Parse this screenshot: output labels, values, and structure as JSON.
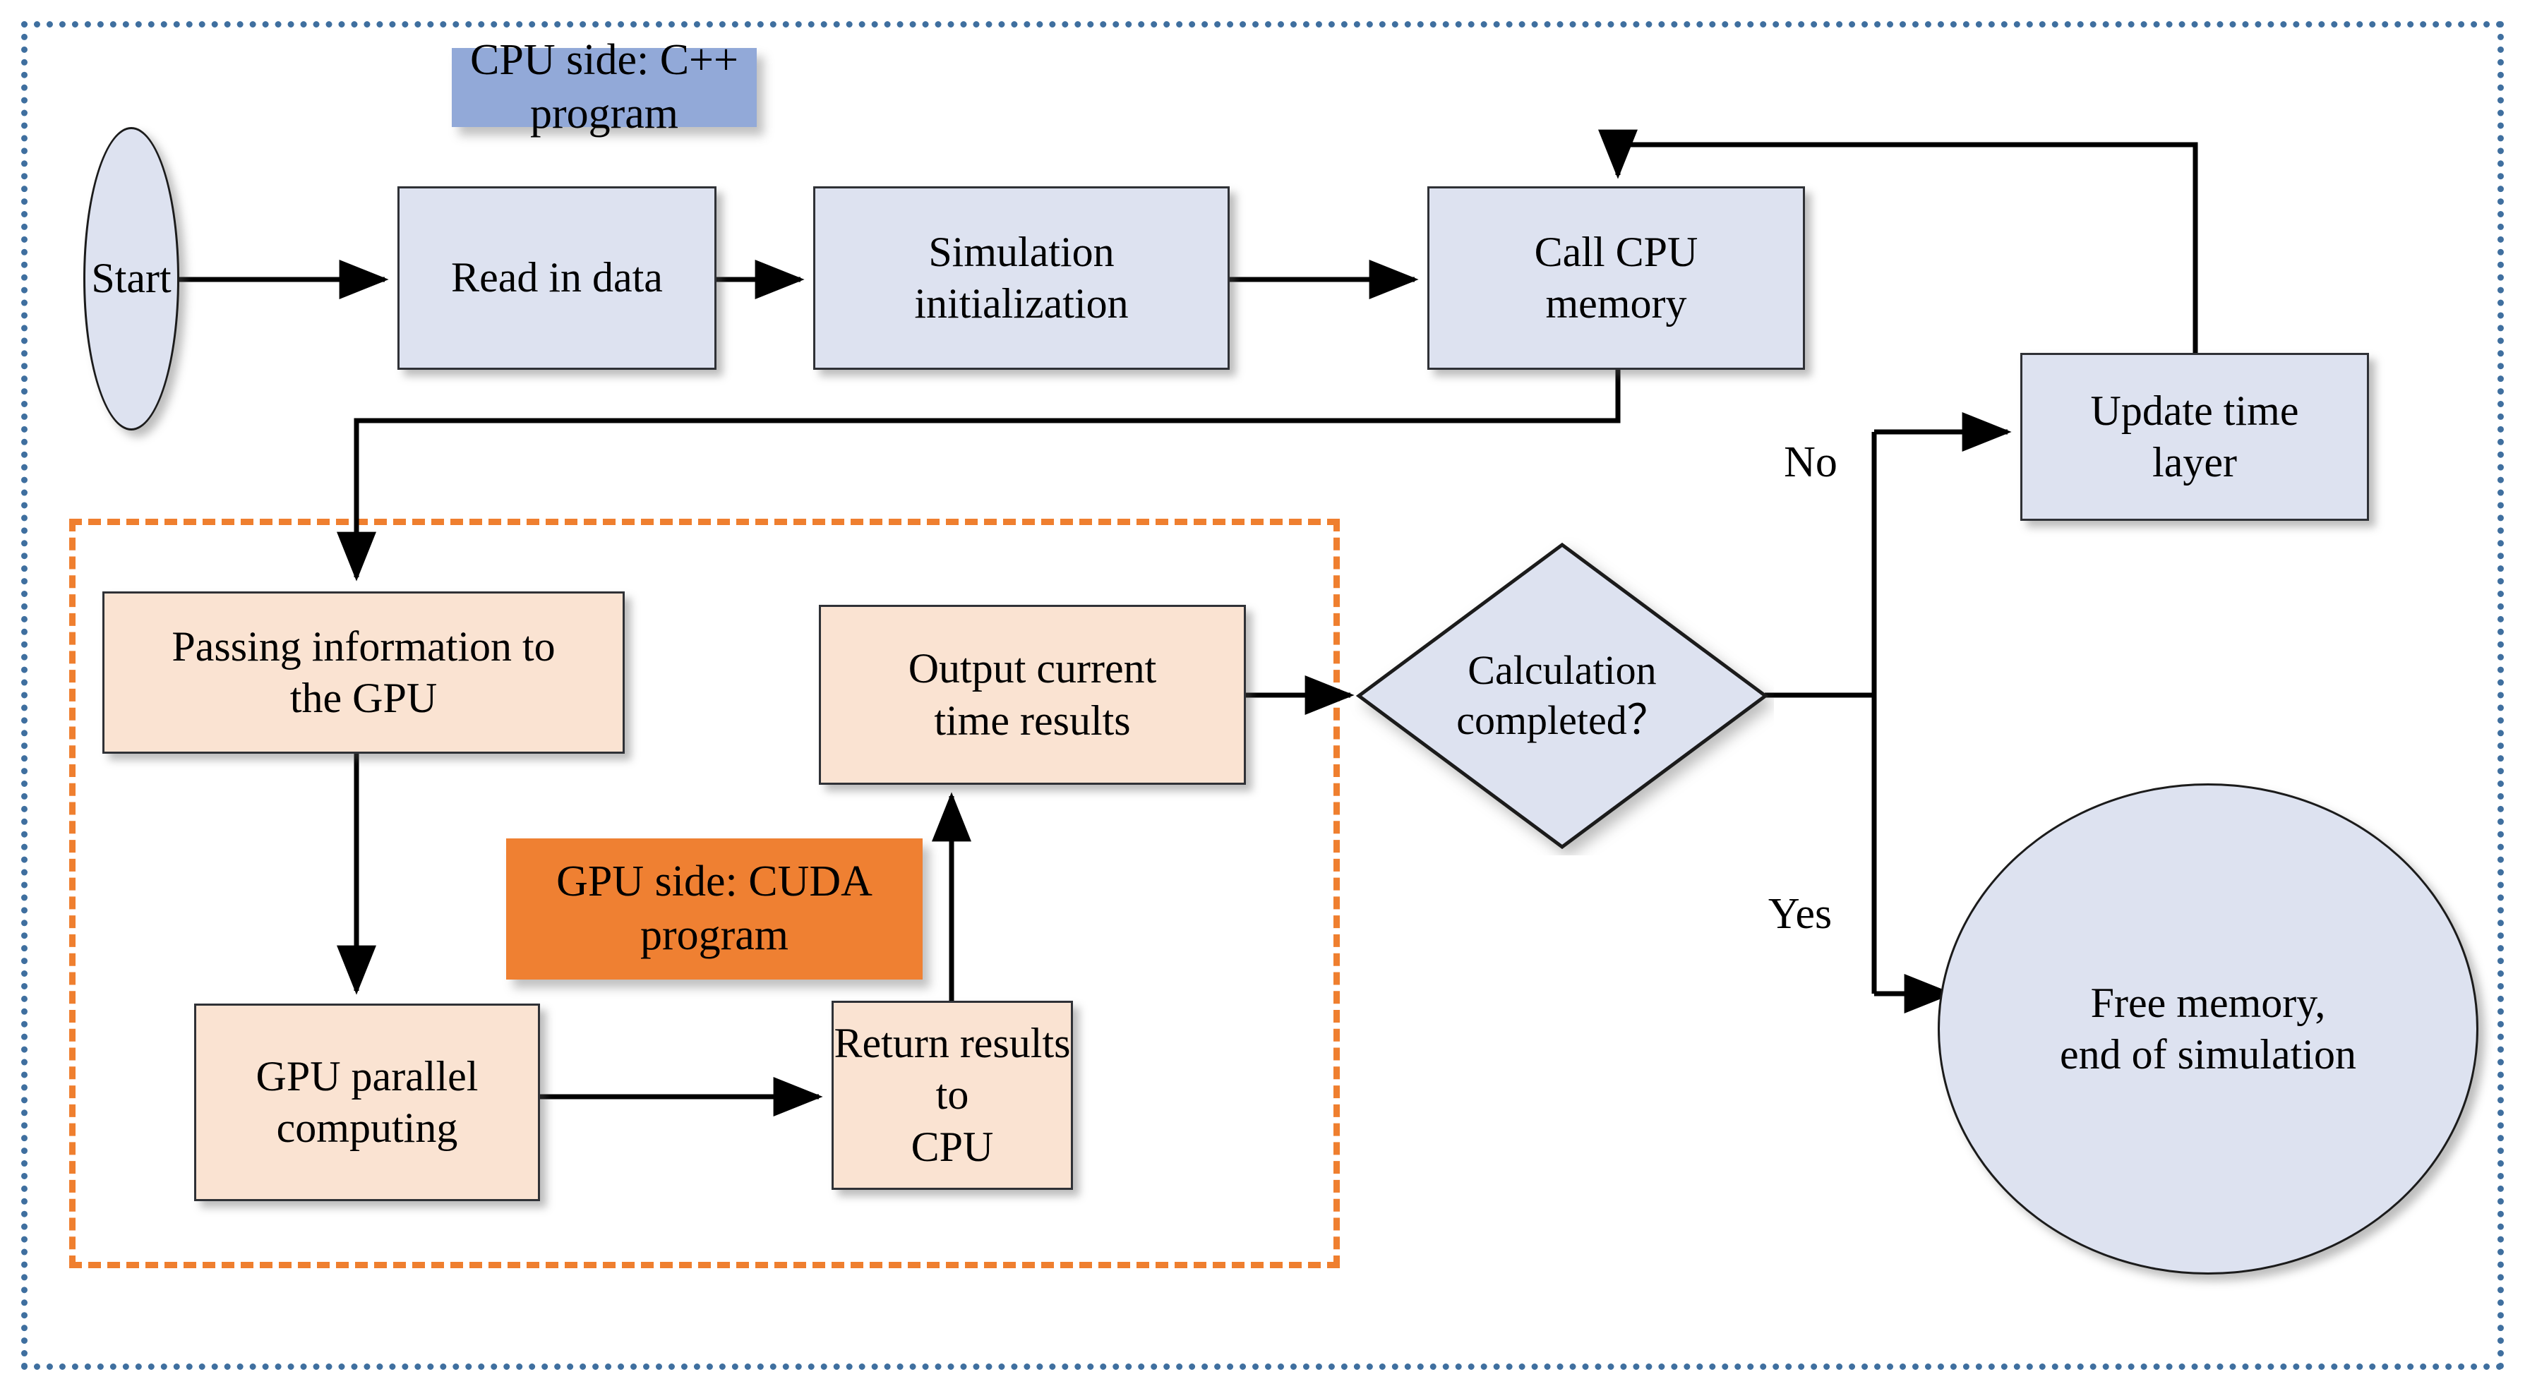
{
  "diagram": {
    "title_visible": false,
    "colors": {
      "cpu_tag_bg": "#92a9d8",
      "gpu_tag_bg": "#ef8032",
      "cpu_node_fill": "#dde2f0",
      "gpu_node_fill": "#fae3d2",
      "outer_border": "#3f6f9f",
      "gpu_border": "#ef7f2f",
      "edge": "#000000"
    },
    "labels": {
      "cpu_section": "CPU side: C++ program",
      "gpu_section": "GPU side: CUDA\nprogram"
    },
    "nodes": {
      "start": "Start",
      "read_in_data": "Read in data",
      "simulation_initialization": "Simulation\ninitialization",
      "call_cpu_memory": "Call CPU\nmemory",
      "update_time_layer": "Update time\nlayer",
      "passing_information": "Passing information to\nthe GPU",
      "gpu_parallel_computing": "GPU parallel\ncomputing",
      "return_results": "Return results to\nCPU",
      "output_current_time": "Output current\ntime results",
      "calculation_completed": "Calculation\ncompleted？",
      "free_memory": "Free memory,\nend of simulation"
    },
    "edge_labels": {
      "no": "No",
      "yes": "Yes"
    }
  }
}
